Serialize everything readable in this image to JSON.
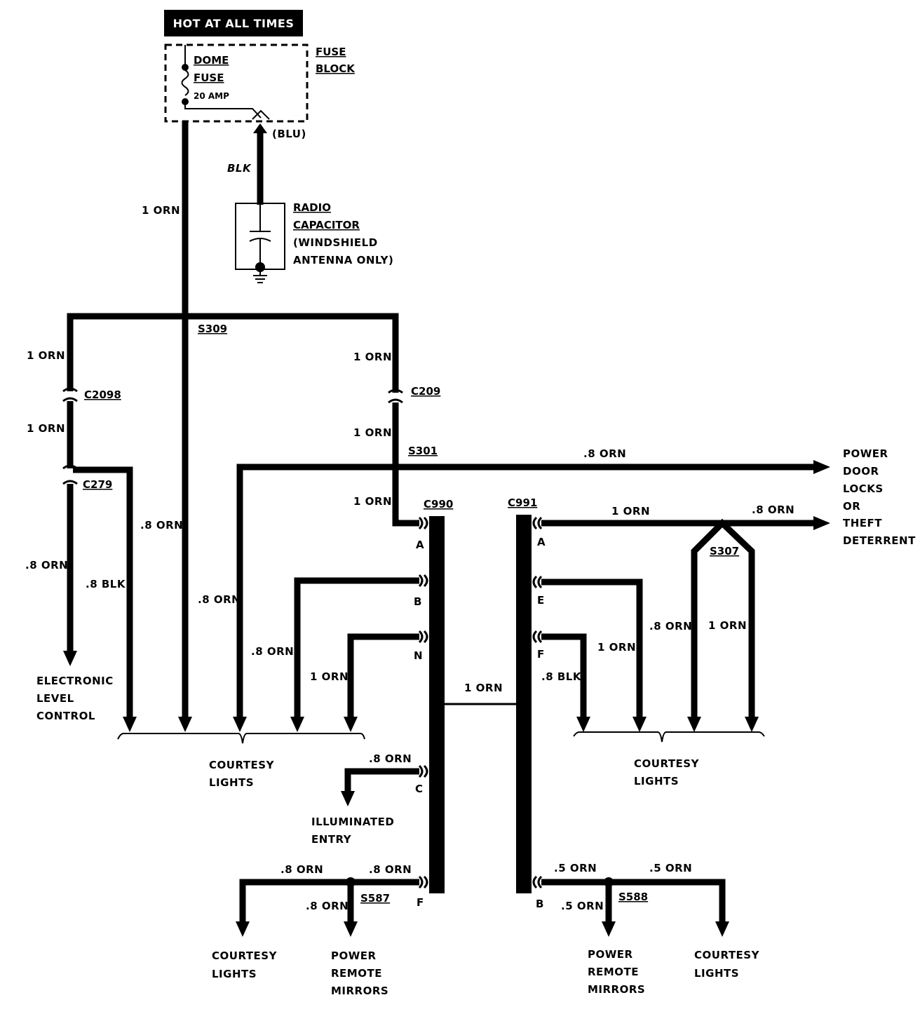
{
  "header": {
    "label": "HOT AT ALL TIMES"
  },
  "fuse_block": {
    "label_line1": "FUSE",
    "label_line2": "BLOCK",
    "fuse_line1": "DOME",
    "fuse_line2": "FUSE",
    "fuse_rating": "20 AMP"
  },
  "radio_capacitor": {
    "line1": "RADIO",
    "line2": "CAPACITOR",
    "line3": "(WINDSHIELD",
    "line4": "ANTENNA ONLY)",
    "wire_color": "BLK",
    "terminal_color": "(BLU)"
  },
  "wires": {
    "main_feed": "1 ORN",
    "left_upper": "1 ORN",
    "left_mid": "1 ORN",
    "left_lower": ".8 ORN",
    "elc_blk": ".8 BLK",
    "c279_orn": ".8 ORN",
    "center_orn": ".8 ORN",
    "c209_upper": "1 ORN",
    "c209_lower": "1 ORN",
    "c990_a": "1 ORN",
    "c990_b": ".8 ORN",
    "c990_n": "1 ORN",
    "s301_run": ".8 ORN",
    "bridge": "1 ORN",
    "c990_c": ".8 ORN",
    "c990_f": ".8 ORN",
    "s587_left": ".8 ORN",
    "s587_down": ".8 ORN",
    "c991_a": "1 ORN",
    "c991_a_out": ".8 ORN",
    "c991_e_in": "1 ORN",
    "c991_e": ".8 ORN",
    "s307_right": "1 ORN",
    "c991_f": ".8 BLK",
    "c991_b": ".5 ORN",
    "s588_right": ".5 ORN",
    "s588_down": ".5 ORN"
  },
  "splices": {
    "s309": "S309",
    "s301": "S301",
    "s307": "S307",
    "s587": "S587",
    "s588": "S588"
  },
  "connectors": {
    "c2098": "C2098",
    "c279": "C279",
    "c209": "C209",
    "c990": "C990",
    "c991": "C991",
    "pins": {
      "a": "A",
      "b": "B",
      "n": "N",
      "c": "C",
      "f": "F",
      "e": "E"
    }
  },
  "loads": {
    "elc_line1": "ELECTRONIC",
    "elc_line2": "LEVEL",
    "elc_line3": "CONTROL",
    "courtesy_line1": "COURTESY",
    "courtesy_line2": "LIGHTS",
    "illum_line1": "ILLUMINATED",
    "illum_line2": "ENTRY",
    "mirrors_line1": "POWER",
    "mirrors_line2": "REMOTE",
    "mirrors_line3": "MIRRORS",
    "locks_line1": "POWER",
    "locks_line2": "DOOR",
    "locks_line3": "LOCKS",
    "locks_line4": "OR",
    "locks_line5": "THEFT",
    "locks_line6": "DETERRENT"
  }
}
